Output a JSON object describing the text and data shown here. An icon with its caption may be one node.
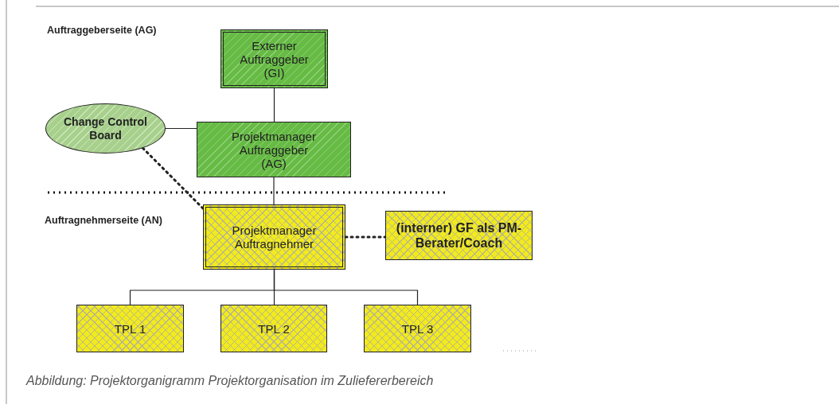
{
  "diagram": {
    "caption": "Abbildung: Projektorganigramm Projektorganisation im Zuliefererbereich",
    "nodes": [
      {
        "text": [
          "Externer Auftraggeber (GI)"
        ]
      },
      {
        "text": [
          "Change Control Board"
        ]
      },
      {
        "text": [
          "Projektmanager Auftraggeber (AG)"
        ]
      },
      {
        "text": [
          "Projektmanager Auftragnehmer"
        ]
      },
      {
        "text": [
          "(interner) GF als PM-Berater/Coach"
        ]
      },
      {
        "text": [
          "TPL 1"
        ]
      },
      {
        "text": [
          "TPL 2"
        ]
      },
      {
        "text": [
          "TPL 3"
        ]
      }
    ],
    "edges": [
      {
        "from": 0,
        "to": 2,
        "arrow": "none"
      },
      {
        "from": 1,
        "to": 2,
        "arrow": "none"
      },
      {
        "from": 1,
        "to": 3,
        "arrow": "none",
        "style": "dashed"
      },
      {
        "from": 2,
        "to": 3,
        "arrow": "none"
      },
      {
        "from": 3,
        "to": 4,
        "arrow": "none",
        "style": "dashed"
      },
      {
        "from": 3,
        "to": 5,
        "arrow": "none"
      },
      {
        "from": 3,
        "to": 6,
        "arrow": "none"
      },
      {
        "from": 3,
        "to": 7,
        "arrow": "none"
      }
    ],
    "labels": [
      "Auftraggeberseite (AG)",
      "Auftragnehmerseite (AN)"
    ]
  }
}
